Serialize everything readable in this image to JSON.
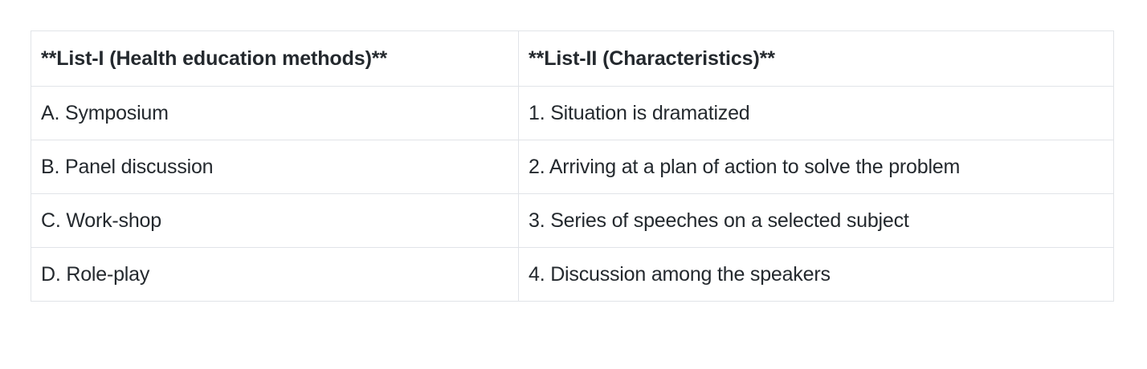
{
  "table": {
    "columns": [
      {
        "header": "**List-I (Health education methods)**"
      },
      {
        "header": "**List-II (Characteristics)**"
      }
    ],
    "rows": [
      {
        "left": "A. Symposium",
        "right": "1. Situation is dramatized"
      },
      {
        "left": "B. Panel discussion",
        "right": "2. Arriving at a plan of action to solve the problem"
      },
      {
        "left": "C. Work-shop",
        "right": "3. Series of speeches on a selected subject"
      },
      {
        "left": "D. Role-play",
        "right": "4. Discussion among the speakers"
      }
    ]
  },
  "colors": {
    "page_background": "#ffffff",
    "cell_background": "#ffffff",
    "border": "#e1e4e8",
    "text": "#24292e"
  }
}
